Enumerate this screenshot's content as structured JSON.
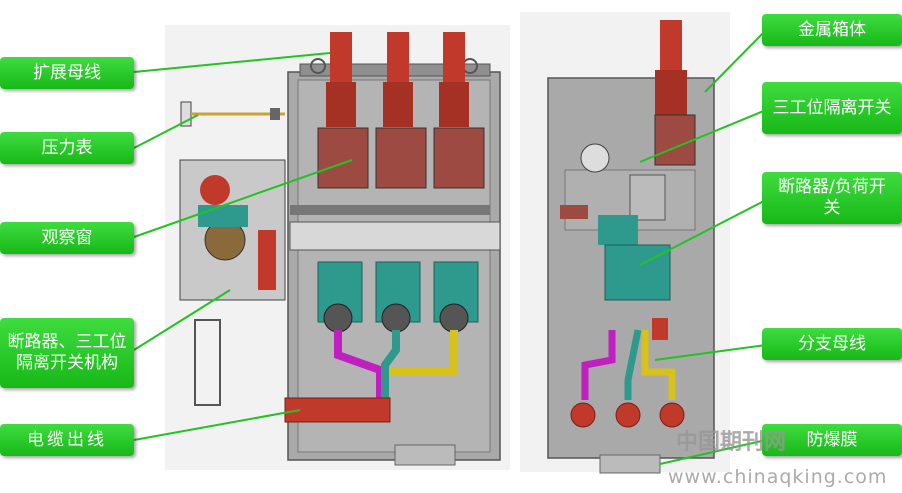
{
  "labels": {
    "expand_busbar": "扩展母线",
    "pressure_gauge": "压力表",
    "observation_window": "观察窗",
    "mechanism": "断路器、三工位隔离开关机构",
    "cable_outlet": "电缆出线",
    "metal_box": "金属箱体",
    "three_position_switch": "三工位隔离开关",
    "breaker_load_switch": "断路器/负荷开关",
    "branch_busbar": "分支母线",
    "burst_membrane": "防爆膜"
  },
  "watermark": {
    "cn": "中国期刊网",
    "url": "www.chinaqking.com"
  },
  "colors": {
    "label_green": "#22c322",
    "leader_line": "#22c322",
    "cabinet_gray": "#a9a9a9",
    "insulator_red": "#c0392b",
    "teal_part": "#2e9a8e",
    "magenta_bus": "#c020c0",
    "yellow_bus": "#d6c21a"
  }
}
